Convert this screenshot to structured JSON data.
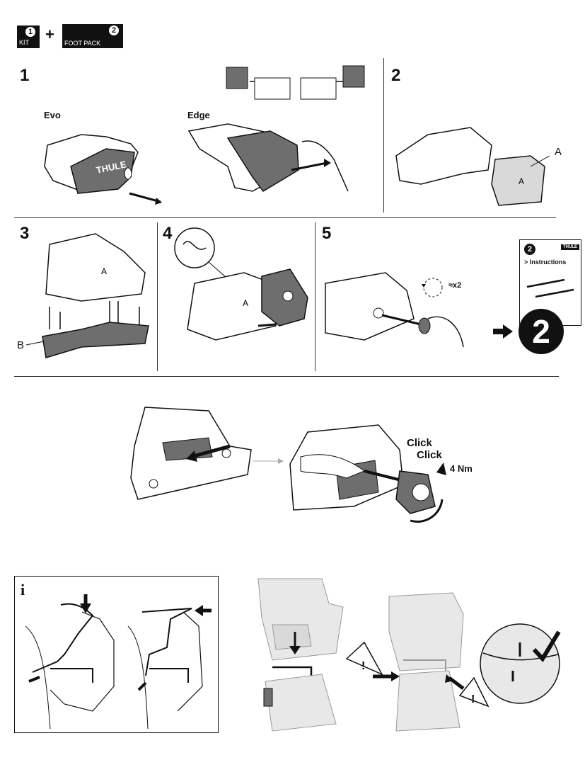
{
  "header": {
    "kit_number": "1",
    "kit_label": "KIT",
    "plus": "+",
    "foot_pack_number": "2",
    "foot_pack_label": "FOOT PACK"
  },
  "steps": {
    "s1": "1",
    "s2": "2",
    "s3": "3",
    "s4": "4",
    "s5": "5"
  },
  "step1": {
    "evo_label": "Evo",
    "edge_label": "Edge",
    "brand_text": "THULE"
  },
  "step2": {
    "callout_a": "A",
    "part_letter": "A"
  },
  "step3": {
    "callout_b": "B",
    "part_letter": "A"
  },
  "step4": {
    "part_letter": "A"
  },
  "step5": {
    "rotation": "≈x2"
  },
  "next_card": {
    "number": "2",
    "brand": "THULE",
    "title": "> Instructions",
    "big_number": "2"
  },
  "torque": {
    "click1": "Click",
    "click2": "Click",
    "value": "4 Nm"
  },
  "info": {
    "icon": "i"
  },
  "colors": {
    "ink": "#111111",
    "part_fill": "#6e6e6e",
    "light_fill": "#d9d9d9",
    "body_fill": "#e8e8e8"
  }
}
